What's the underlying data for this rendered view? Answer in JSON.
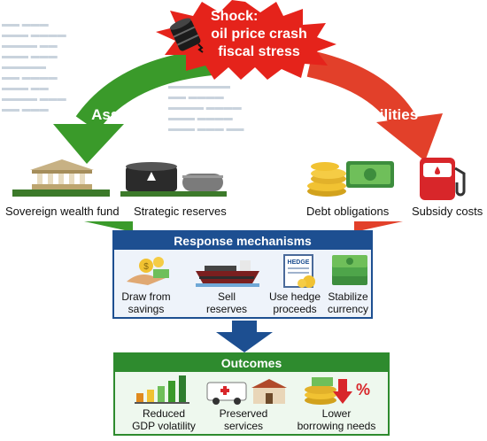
{
  "shock": {
    "title": "Shock:",
    "line1": "oil price crash",
    "line2": "fiscal stress"
  },
  "branches": {
    "assets": "Assets",
    "liabilities": "Liabilities"
  },
  "assets": [
    {
      "label": "Sovereign wealth fund",
      "icon": "bank-building-icon"
    },
    {
      "label": "Strategic reserves",
      "icon": "oil-tanks-icon"
    }
  ],
  "liabilities": [
    {
      "label": "Debt obligations",
      "icon": "coins-money-icon"
    },
    {
      "label": "Subsidy costs",
      "icon": "fuel-pump-icon"
    }
  ],
  "response": {
    "title": "Response mechanisms",
    "items": [
      {
        "line1": "Draw from",
        "line2": "savings",
        "icon": "hand-coins-icon"
      },
      {
        "line1": "Sell",
        "line2": "reserves",
        "icon": "tanker-ship-icon"
      },
      {
        "line1": "Use hedge",
        "line2": "proceeds",
        "icon": "hedge-document-icon",
        "badge": "HEDGE"
      },
      {
        "line1": "Stabilize",
        "line2": "currency",
        "icon": "cash-stack-icon"
      }
    ]
  },
  "outcomes": {
    "title": "Outcomes",
    "items": [
      {
        "line1": "Reduced",
        "line2": "GDP volatility",
        "icon": "bar-chart-icon"
      },
      {
        "line1": "Preserved",
        "line2": "services",
        "icon": "ambulance-building-icon"
      },
      {
        "line1": "Lower",
        "line2": "borrowing needs",
        "icon": "coins-down-arrow-icon",
        "badge": "%"
      }
    ]
  },
  "colors": {
    "shock": "#e5231b",
    "shock_text": "#ffffff",
    "assets": "#3a9a2a",
    "liabilities": "#e2402a",
    "response": "#1d4f91",
    "outcomes": "#2e8b2e"
  }
}
